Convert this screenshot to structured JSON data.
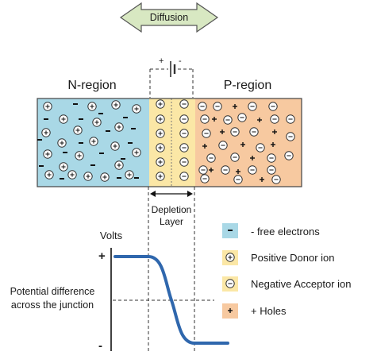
{
  "diffusion_label": "Diffusion",
  "battery": {
    "plus": "+",
    "minus": "-"
  },
  "n_region_label": "N-region",
  "p_region_label": "P-region",
  "depletion_label": [
    "Depletion",
    "Layer"
  ],
  "plot": {
    "volts_label": "Volts",
    "plus_label": "+",
    "minus_label": "-",
    "potential_label": [
      "Potential difference",
      "across the junction"
    ]
  },
  "legend": [
    {
      "symbol": "-",
      "text": "- free electrons",
      "color": "#a9d8e6"
    },
    {
      "symbol": "+",
      "text": "Positive Donor ion",
      "color": "#fbe7a6"
    },
    {
      "symbol": "-",
      "text": "Negative Acceptor ion",
      "color": "#fbe7a6"
    },
    {
      "symbol": "+",
      "text": "+ Holes",
      "color": "#f7c9a0"
    }
  ],
  "colors": {
    "n_region": "#a9d8e6",
    "depletion": "#fbe7a6",
    "p_region": "#f7c9a0",
    "diffusion_arrow": "#d8e8c2",
    "curve": "#2f67ad"
  }
}
